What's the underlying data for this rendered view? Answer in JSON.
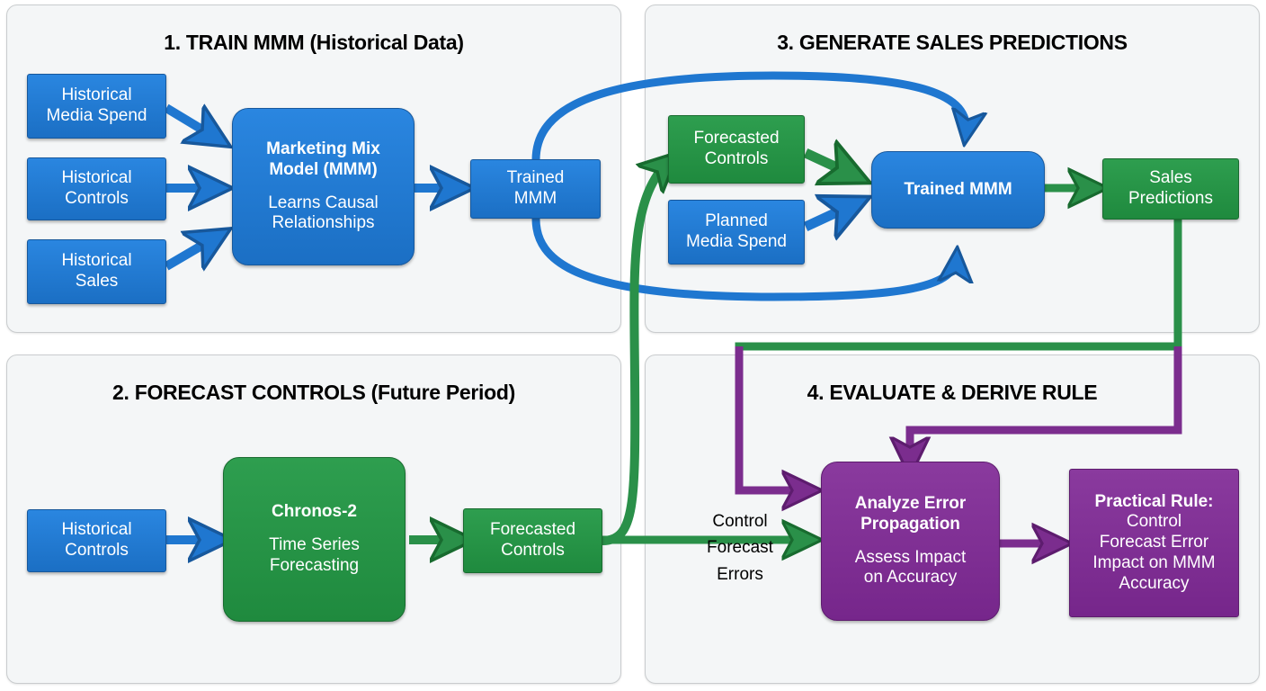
{
  "colors": {
    "blue": "#1f77d0",
    "green": "#2a9049",
    "purple": "#7b2d8e",
    "panel_bg": "#f4f6f7"
  },
  "panels": [
    {
      "id": "panel1",
      "title": "1. TRAIN MMM (Historical Data)"
    },
    {
      "id": "panel3",
      "title": "3. GENERATE SALES PREDICTIONS"
    },
    {
      "id": "panel2",
      "title": "2. FORECAST CONTROLS (Future Period)"
    },
    {
      "id": "panel4",
      "title": "4. EVALUATE & DERIVE RULE"
    }
  ],
  "panel1": {
    "inputs": [
      {
        "line1": "Historical",
        "line2": "Media Spend"
      },
      {
        "line1": "Historical",
        "line2": "Controls"
      },
      {
        "line1": "Historical",
        "line2": "Sales"
      }
    ],
    "model": {
      "title1": "Marketing Mix",
      "title2": "Model (MMM)",
      "sub1": "Learns Causal",
      "sub2": "Relationships"
    },
    "output": {
      "line1": "Trained",
      "line2": "MMM"
    }
  },
  "panel2": {
    "input": {
      "line1": "Historical",
      "line2": "Controls"
    },
    "model": {
      "title": "Chronos-2",
      "sub1": "Time Series",
      "sub2": "Forecasting"
    },
    "output": {
      "line1": "Forecasted",
      "line2": "Controls"
    }
  },
  "panel3": {
    "input_controls": {
      "line1": "Forecasted",
      "line2": "Controls"
    },
    "input_media": {
      "line1": "Planned",
      "line2": "Media Spend"
    },
    "model": {
      "title": "Trained MMM"
    },
    "output": {
      "line1": "Sales",
      "line2": "Predictions"
    }
  },
  "panel4": {
    "edge_label": {
      "line1": "Control",
      "line2": "Forecast",
      "line3": "Errors"
    },
    "analyze": {
      "title1": "Analyze Error",
      "title2": "Propagation",
      "sub1": "Assess Impact",
      "sub2": "on Accuracy"
    },
    "rule": {
      "title": "Practical Rule:",
      "line1": "Control",
      "line2": "Forecast Error",
      "line3": "Impact on MMM",
      "line4": "Accuracy"
    }
  }
}
